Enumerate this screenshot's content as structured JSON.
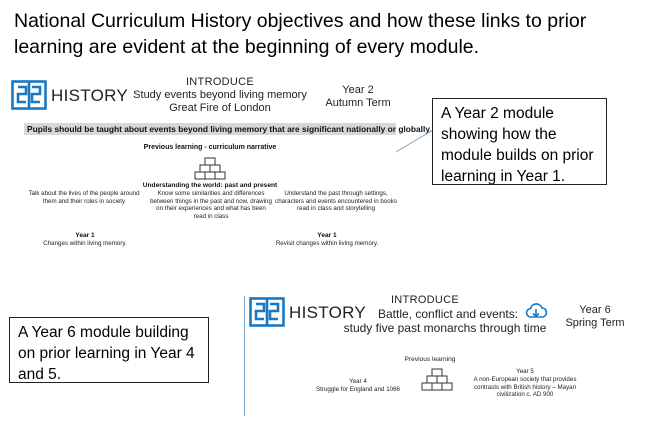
{
  "heading": "National Curriculum History objectives and how these links to prior learning are evident at the beginning of every module.",
  "colors": {
    "logo_blue": "#1a78c2",
    "highlight_gray": "#d7d7d7",
    "callout_line": "#7aa3c8"
  },
  "module1": {
    "logo_text": "HISTORY",
    "intro_title": "INTRODUCE",
    "intro_line1": "Study events beyond living memory",
    "intro_line2": "Great Fire of London",
    "year": "Year 2",
    "term": "Autumn Term",
    "statement": "Pupils should be taught about events beyond living memory that are significant nationally or globally.",
    "previous_learning": "Previous learning - curriculum narrative",
    "understanding": "Understanding the world: past and present",
    "col1": "Talk about the lives of the people around them and their roles in society",
    "col2": "Know some similarities and differences between things in the past and now, drawing on their experiences and what has been read in class",
    "col3": "Understand the past through settings, characters and events encountered in books read in class and storytelling",
    "year1_left_title": "Year 1",
    "year1_left_text": "Changes within living memory.",
    "year1_right_title": "Year 1",
    "year1_right_text": "Revisit changes within living memory."
  },
  "callout1": "A Year 2 module showing how the module builds on prior learning in Year 1.",
  "module2": {
    "logo_text": "HISTORY",
    "intro_title": "INTRODUCE",
    "intro_line1": "Battle, conflict and events:",
    "intro_line2": "study five past monarchs through time",
    "year": "Year 6",
    "term": "Spring Term",
    "previous_learning": "Previous learning",
    "year4_title": "Year 4",
    "year4_text": "Struggle for England and 1066",
    "year5_title": "Year 5",
    "year5_text": "A non-European society that provides contrasts with British history – Mayan civilization c. AD 900"
  },
  "callout2": "A Year 6 module building on prior learning in Year 4 and 5.",
  "icons": [
    "history-logo-icon",
    "cloud-download-icon",
    "stairs-icon"
  ]
}
